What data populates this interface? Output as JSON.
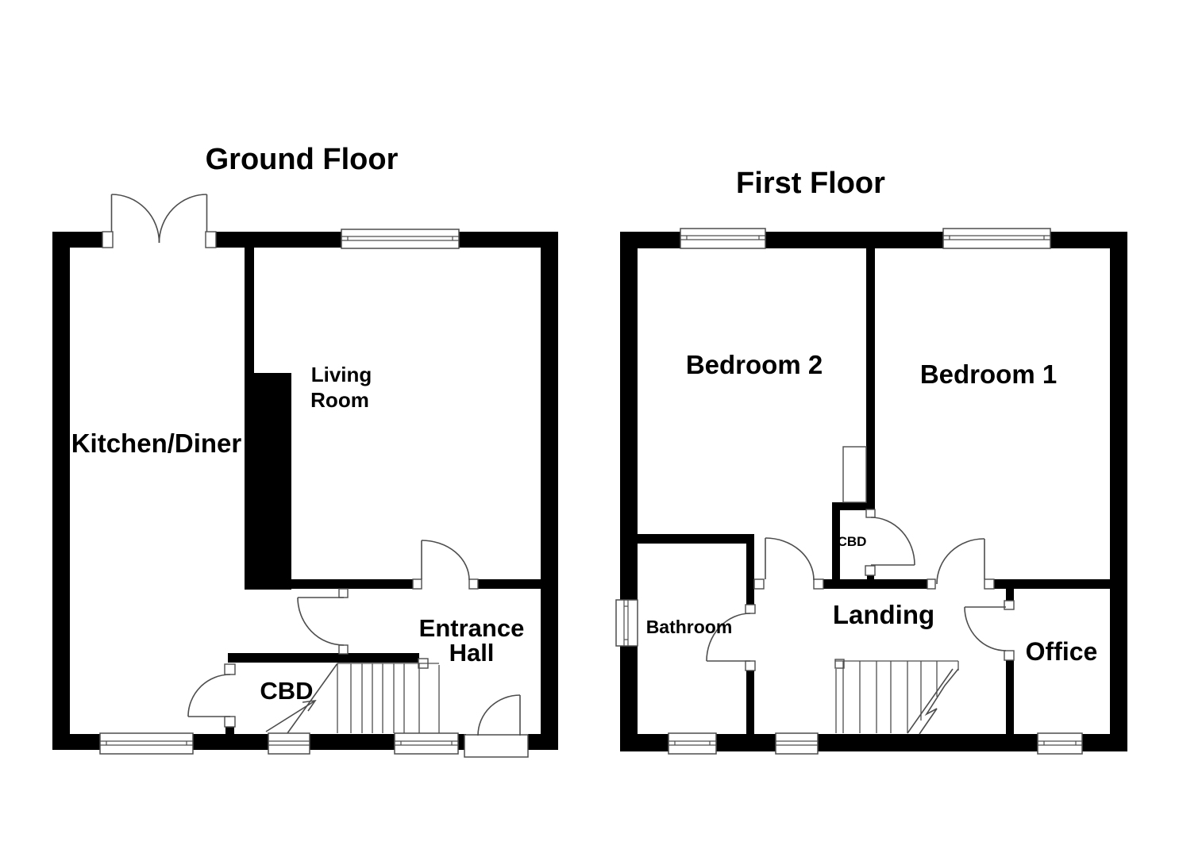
{
  "figure": {
    "background": "#ffffff",
    "wall_color": "#000000",
    "line_color": "#4d4d4d",
    "text_color": "#000000"
  },
  "ground_floor": {
    "title": "Ground Floor",
    "rooms": {
      "kitchen_diner": "Kitchen/Diner",
      "living_room_line1": "Living",
      "living_room_line2": "Room",
      "entrance_hall_line1": "Entrance",
      "entrance_hall_line2": "Hall",
      "cupboard": "CBD"
    }
  },
  "first_floor": {
    "title": "First Floor",
    "rooms": {
      "bedroom2": "Bedroom 2",
      "bedroom1": "Bedroom 1",
      "bathroom": "Bathroom",
      "landing": "Landing",
      "cupboard": "CBD",
      "office": "Office"
    }
  }
}
